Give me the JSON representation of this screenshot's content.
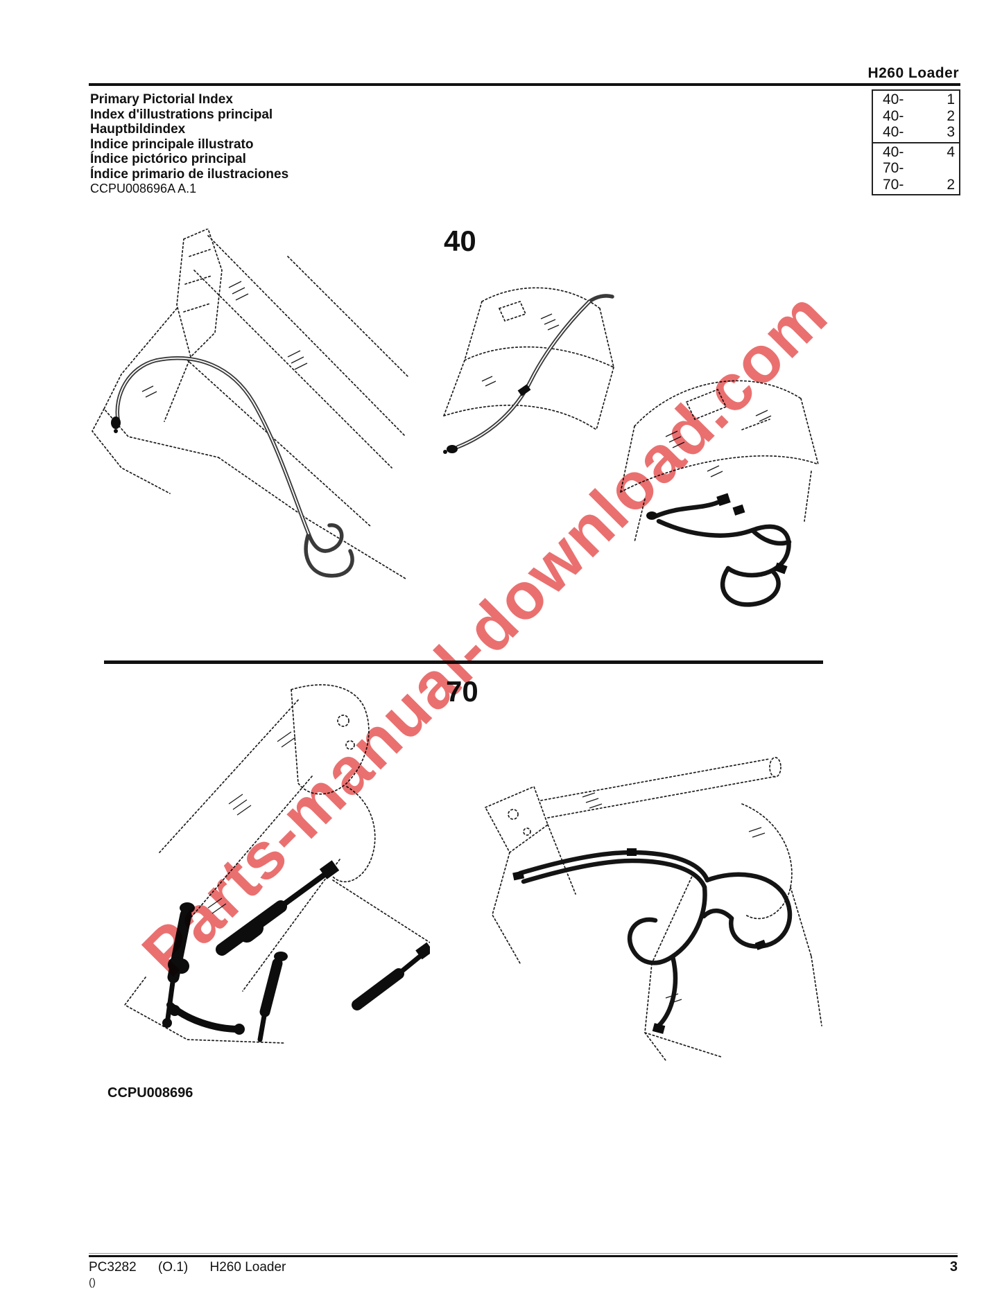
{
  "header": {
    "product": "H260 Loader"
  },
  "index_block": {
    "titles": [
      "Primary Pictorial Index",
      "Index d'illustrations principal",
      "Hauptbildindex",
      "Indice principale illustrato",
      "Índice pictórico principal",
      "Índice primario de ilustraciones"
    ],
    "code": "CCPU008696A A.1"
  },
  "reference_table": {
    "groups": [
      {
        "rows": [
          {
            "section": "40-",
            "page": "1"
          },
          {
            "section": "40-",
            "page": "2"
          },
          {
            "section": "40-",
            "page": "3"
          }
        ]
      },
      {
        "rows": [
          {
            "section": "40-",
            "page": "4"
          },
          {
            "section": "70-",
            "page": ""
          },
          {
            "section": "70-",
            "page": "2"
          }
        ]
      }
    ]
  },
  "sections": [
    {
      "label": "40"
    },
    {
      "label": "70"
    }
  ],
  "figure_code": "CCPU008696",
  "footer": {
    "catalog": "PC3282",
    "revision": "(O.1)",
    "product": "H260 Loader",
    "page_number": "3",
    "sub": "()"
  },
  "watermark": {
    "text": "Parts-manual-download.com",
    "color": "#e44848"
  },
  "ink_color": "#111111"
}
